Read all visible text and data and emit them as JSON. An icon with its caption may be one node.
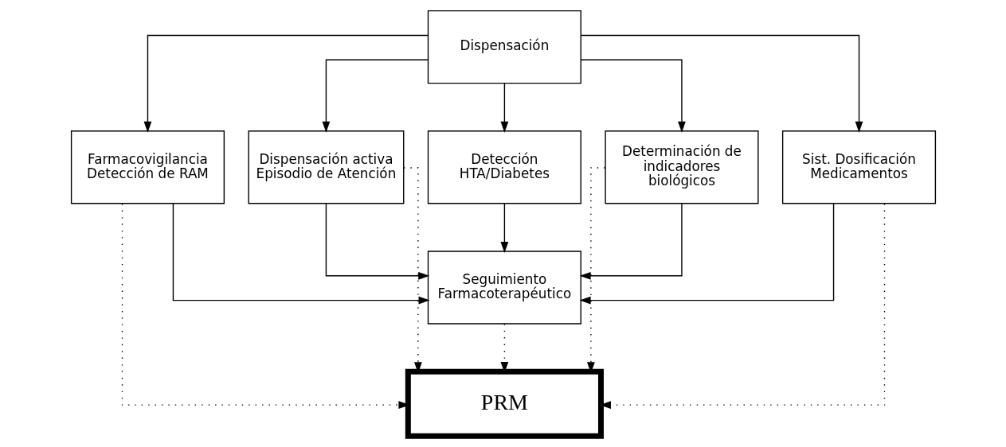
{
  "diagram": {
    "nodes": [
      {
        "text": [
          "Dispensación"
        ]
      },
      {
        "text": [
          "Farmacovigilancia Detección de RAM"
        ]
      },
      {
        "text": [
          "Dispensación activa Episodio de Atención"
        ]
      },
      {
        "text": [
          "Detección HTA/Diabetes"
        ]
      },
      {
        "text": [
          "Determinación de indicadores biológicos"
        ]
      },
      {
        "text": [
          "Sist. Dosificación Medicamentos"
        ]
      },
      {
        "text": [
          "Seguimiento Farmacoterapéutico"
        ]
      },
      {
        "text": [
          "PRM"
        ]
      }
    ],
    "edges": [
      {
        "from": 0,
        "to": 1,
        "arrow": "to"
      },
      {
        "from": 0,
        "to": 2,
        "arrow": "to"
      },
      {
        "from": 0,
        "to": 3,
        "arrow": "to"
      },
      {
        "from": 0,
        "to": 4,
        "arrow": "to"
      },
      {
        "from": 0,
        "to": 5,
        "arrow": "to"
      },
      {
        "from": 1,
        "to": 6,
        "arrow": "to"
      },
      {
        "from": 2,
        "to": 6,
        "arrow": "to"
      },
      {
        "from": 3,
        "to": 6,
        "arrow": "to"
      },
      {
        "from": 4,
        "to": 6,
        "arrow": "to"
      },
      {
        "from": 5,
        "to": 6,
        "arrow": "to"
      },
      {
        "from": 1,
        "to": 7,
        "arrow": "to",
        "style": "dashed"
      },
      {
        "from": 2,
        "to": 7,
        "arrow": "to",
        "style": "dashed"
      },
      {
        "from": 6,
        "to": 7,
        "arrow": "to",
        "style": "dashed"
      },
      {
        "from": 4,
        "to": 7,
        "arrow": "to",
        "style": "dashed"
      },
      {
        "from": 5,
        "to": 7,
        "arrow": "to",
        "style": "dashed"
      }
    ]
  }
}
